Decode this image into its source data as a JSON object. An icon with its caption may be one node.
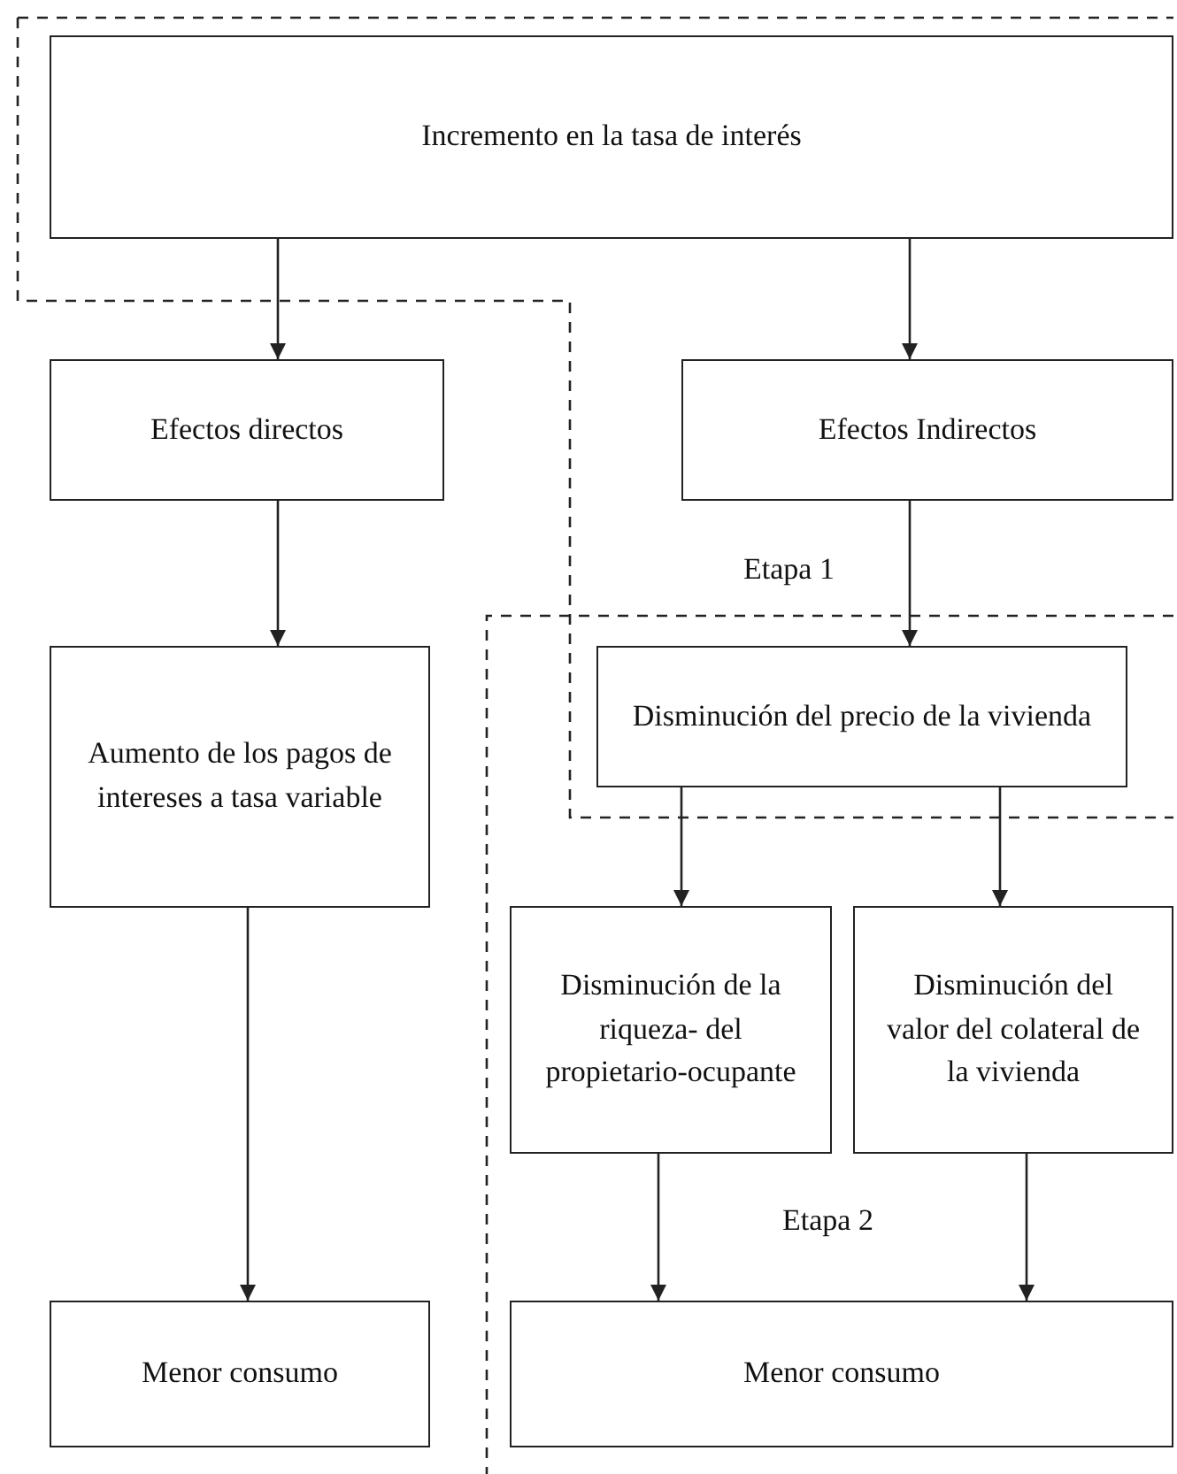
{
  "diagram": {
    "nodes": [
      {
        "text": [
          "Incremento en la tasa de interés"
        ]
      },
      {
        "text": [
          "Efectos directos"
        ]
      },
      {
        "text": [
          "Efectos Indirectos"
        ]
      },
      {
        "text": [
          "Aumento de los pagos de intereses a tasa variable"
        ]
      },
      {
        "text": [
          "Disminución del precio de la vivienda"
        ]
      },
      {
        "text": [
          "Disminución de la riqueza- del propietario-ocupante"
        ]
      },
      {
        "text": [
          "Disminución del valor del colateral de la vivienda"
        ]
      },
      {
        "text": [
          "Menor consumo"
        ]
      },
      {
        "text": [
          "Menor consumo"
        ]
      }
    ],
    "edges": [
      {
        "from": 0,
        "to": 1,
        "arrow": "to"
      },
      {
        "from": 0,
        "to": 2,
        "arrow": "to"
      },
      {
        "from": 1,
        "to": 3,
        "arrow": "to"
      },
      {
        "from": 2,
        "to": 4,
        "arrow": "to"
      },
      {
        "from": 4,
        "to": 5,
        "arrow": "to"
      },
      {
        "from": 4,
        "to": 6,
        "arrow": "to"
      },
      {
        "from": 3,
        "to": 7,
        "arrow": "to"
      },
      {
        "from": 5,
        "to": 8,
        "arrow": "to"
      },
      {
        "from": 6,
        "to": 8,
        "arrow": "to"
      }
    ],
    "labels": [
      "Etapa 1",
      "Etapa 2"
    ]
  }
}
